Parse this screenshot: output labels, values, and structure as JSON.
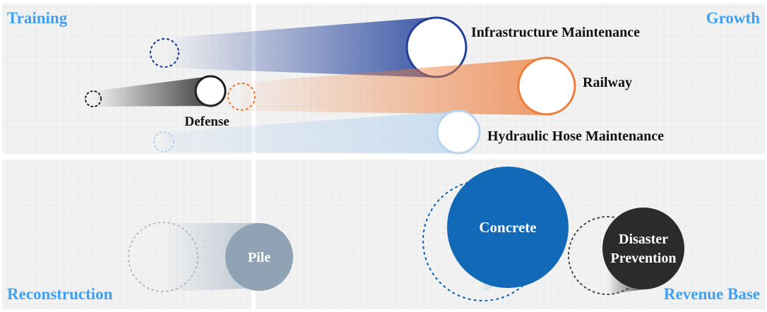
{
  "quadrants": {
    "top_left": "Training",
    "top_right": "Growth",
    "bottom_left": "Reconstruction",
    "bottom_right": "Revenue Base"
  },
  "bubbles": {
    "infrastructure": {
      "label": "Infrastructure Maintenance",
      "color": "#1f3f9a"
    },
    "railway": {
      "label": "Railway",
      "color": "#ee7d3b"
    },
    "defense": {
      "label": "Defense",
      "color": "#222222"
    },
    "hydraulic": {
      "label": "Hydraulic Hose Maintenance",
      "color": "#b9d4ef"
    },
    "pile": {
      "label": "Pile",
      "color": "#8fa3b5"
    },
    "concrete": {
      "label": "Concrete",
      "color": "#1269b8"
    },
    "disaster": {
      "label_line1": "Disaster",
      "label_line2": "Prevention",
      "color": "#2b2b2b"
    }
  },
  "colors": {
    "quadrant_title": "#3fa0f0",
    "grid_bg": "#f2f2f2",
    "grid_line": "#e3e3e3"
  }
}
